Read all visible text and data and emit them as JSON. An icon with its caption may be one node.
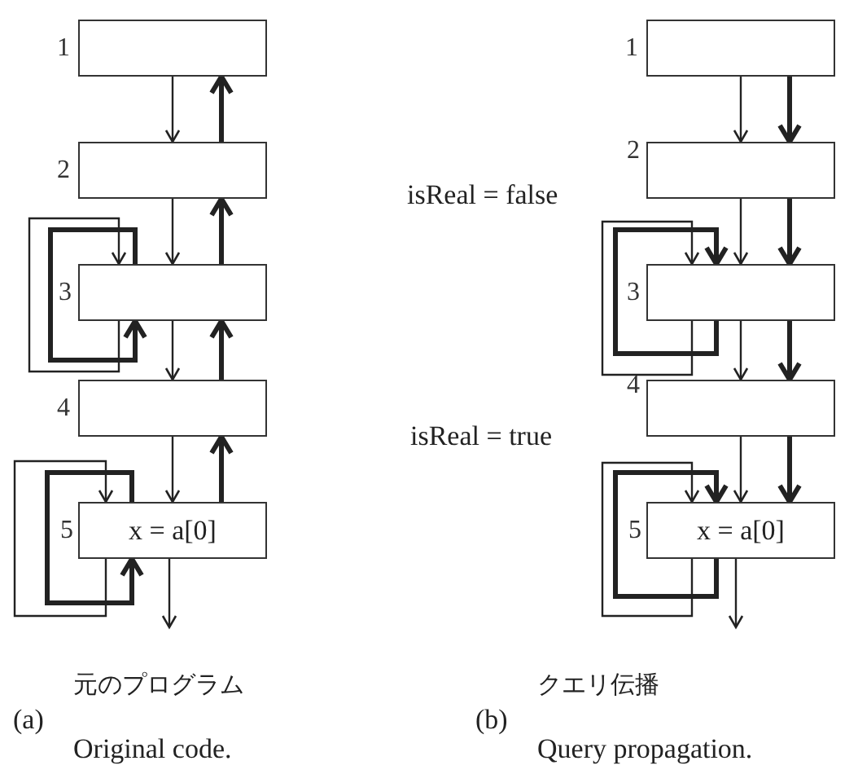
{
  "diagram": {
    "nodes": [
      {
        "text": [],
        "shape": "box",
        "beside": [
          "1"
        ]
      },
      {
        "text": [],
        "shape": "box",
        "beside": [
          "2"
        ]
      },
      {
        "text": [],
        "shape": "box",
        "beside": [
          "3"
        ]
      },
      {
        "text": [],
        "shape": "box",
        "beside": [
          "4"
        ]
      },
      {
        "text": [
          "x = a[0]"
        ],
        "beside": [
          "5"
        ]
      },
      {
        "text": [],
        "shape": "box",
        "beside": [
          "1"
        ]
      },
      {
        "text": [],
        "shape": "box",
        "beside": [
          "2"
        ]
      },
      {
        "text": [],
        "shape": "box",
        "beside": [
          "3"
        ]
      },
      {
        "text": [],
        "shape": "box",
        "beside": [
          "4"
        ]
      },
      {
        "text": [
          "x = a[0]"
        ],
        "beside": [
          "5"
        ]
      }
    ],
    "edges": [
      {
        "from": 0,
        "to": 1,
        "arrow": "to"
      },
      {
        "from": 1,
        "to": 2,
        "arrow": "to"
      },
      {
        "from": 2,
        "to": 3,
        "arrow": "to"
      },
      {
        "from": 3,
        "to": 4,
        "arrow": "to"
      },
      {
        "from": 4,
        "to": null,
        "arrow": "to"
      },
      {
        "from": 1,
        "to": 0,
        "arrow": "to",
        "style": "thick"
      },
      {
        "from": 2,
        "to": 1,
        "arrow": "to",
        "style": "thick"
      },
      {
        "from": 3,
        "to": 2,
        "arrow": "to",
        "style": "thick"
      },
      {
        "from": 4,
        "to": 3,
        "arrow": "to",
        "style": "thick"
      },
      {
        "from": 2,
        "to": 2,
        "arrow": "to"
      },
      {
        "from": 2,
        "to": 2,
        "arrow": "to",
        "style": "thick"
      },
      {
        "from": 4,
        "to": 4,
        "arrow": "to"
      },
      {
        "from": 4,
        "to": 4,
        "arrow": "to",
        "style": "thick"
      },
      {
        "from": 5,
        "to": 6,
        "arrow": "to"
      },
      {
        "from": 6,
        "to": 7,
        "arrow": "to"
      },
      {
        "from": 7,
        "to": 8,
        "arrow": "to"
      },
      {
        "from": 8,
        "to": 9,
        "arrow": "to"
      },
      {
        "from": 9,
        "to": null,
        "arrow": "to"
      },
      {
        "from": 5,
        "to": 6,
        "arrow": "to",
        "style": "thick"
      },
      {
        "from": 6,
        "to": 7,
        "arrow": "to",
        "style": "thick"
      },
      {
        "from": 7,
        "to": 8,
        "arrow": "to",
        "style": "thick"
      },
      {
        "from": 8,
        "to": 9,
        "arrow": "to",
        "style": "thick"
      },
      {
        "from": 7,
        "to": 7,
        "arrow": "to"
      },
      {
        "from": 7,
        "to": 7,
        "arrow": "to",
        "style": "thick"
      },
      {
        "from": 9,
        "to": 9,
        "arrow": "to"
      },
      {
        "from": 9,
        "to": 9,
        "arrow": "to",
        "style": "thick"
      }
    ],
    "labels": [
      "isReal = false",
      "isReal = true",
      "(a)",
      "元のプログラム",
      "Original code.",
      "(b)",
      "クエリ伝播",
      "Query propagation."
    ]
  }
}
